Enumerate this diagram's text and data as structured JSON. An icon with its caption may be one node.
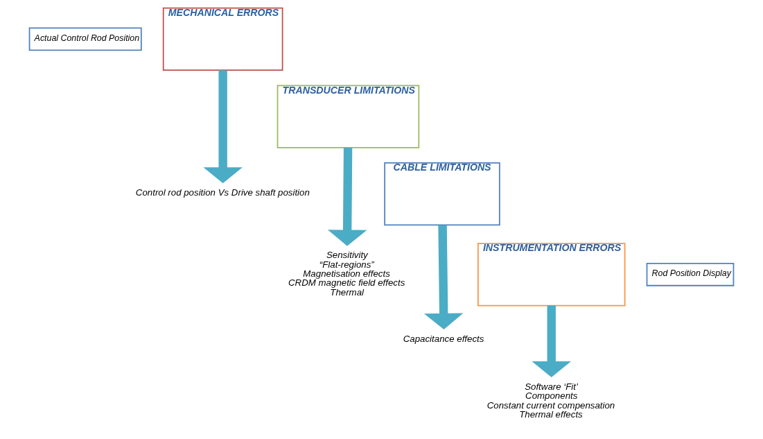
{
  "diagram": {
    "nodes": [
      {
        "text": [
          "Actual Control Rod Position"
        ]
      },
      {
        "text": [
          "MECHANICAL ERRORS"
        ]
      },
      {
        "text": [
          "TRANSDUCER LIMITATIONS"
        ]
      },
      {
        "text": [
          "CABLE LIMITATIONS"
        ]
      },
      {
        "text": [
          "INSTRUMENTATION ERRORS"
        ]
      },
      {
        "text": [
          "Rod Position Display"
        ]
      },
      {
        "text": [
          "Control rod position Vs Drive shaft position"
        ]
      },
      {
        "text": [
          "Sensitivity",
          "“Flat-regions”",
          "Magnetisation effects",
          "CRDM magnetic field effects",
          "Thermal"
        ]
      },
      {
        "text": [
          "Capacitance effects"
        ]
      },
      {
        "text": [
          "Software ‘Fit’",
          "Components",
          "Constant current compensation",
          "Thermal effects"
        ]
      }
    ],
    "edges": [
      {
        "from": 1,
        "to": 6,
        "arrow": "to"
      },
      {
        "from": 2,
        "to": 7,
        "arrow": "to"
      },
      {
        "from": 3,
        "to": 8,
        "arrow": "to"
      },
      {
        "from": 4,
        "to": 9,
        "arrow": "to"
      }
    ]
  }
}
